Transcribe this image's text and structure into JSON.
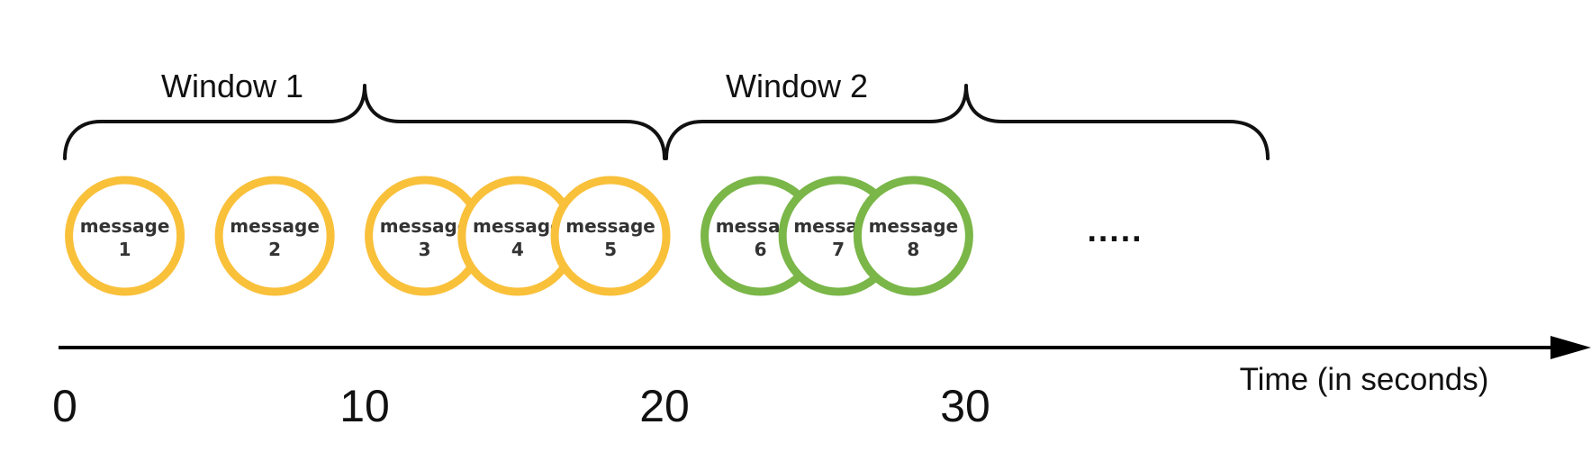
{
  "windows": [
    {
      "label": "Window 1",
      "start": 0,
      "end": 20
    },
    {
      "label": "Window 2",
      "start": 20,
      "end": 40
    }
  ],
  "messages": [
    {
      "word": "message",
      "number": "1",
      "window": 1,
      "time": 2
    },
    {
      "word": "message",
      "number": "2",
      "window": 1,
      "time": 7
    },
    {
      "word": "message",
      "number": "3",
      "window": 1,
      "time": 12
    },
    {
      "word": "message",
      "number": "4",
      "window": 1,
      "time": 15.1
    },
    {
      "word": "message",
      "number": "5",
      "window": 1,
      "time": 18.2
    },
    {
      "word": "message",
      "number": "6",
      "window": 2,
      "time": 23.2
    },
    {
      "word": "message",
      "number": "7",
      "window": 2,
      "time": 25.8
    },
    {
      "word": "message",
      "number": "8",
      "window": 2,
      "time": 28.3
    }
  ],
  "ellipsis": ".....",
  "axis": {
    "label": "Time (in seconds)",
    "ticks": [
      "0",
      "10",
      "20",
      "30"
    ]
  },
  "colors": {
    "window1_ring": "#F9C03A",
    "window2_ring": "#7AB648",
    "axis": "#000000",
    "text": "#333333"
  }
}
